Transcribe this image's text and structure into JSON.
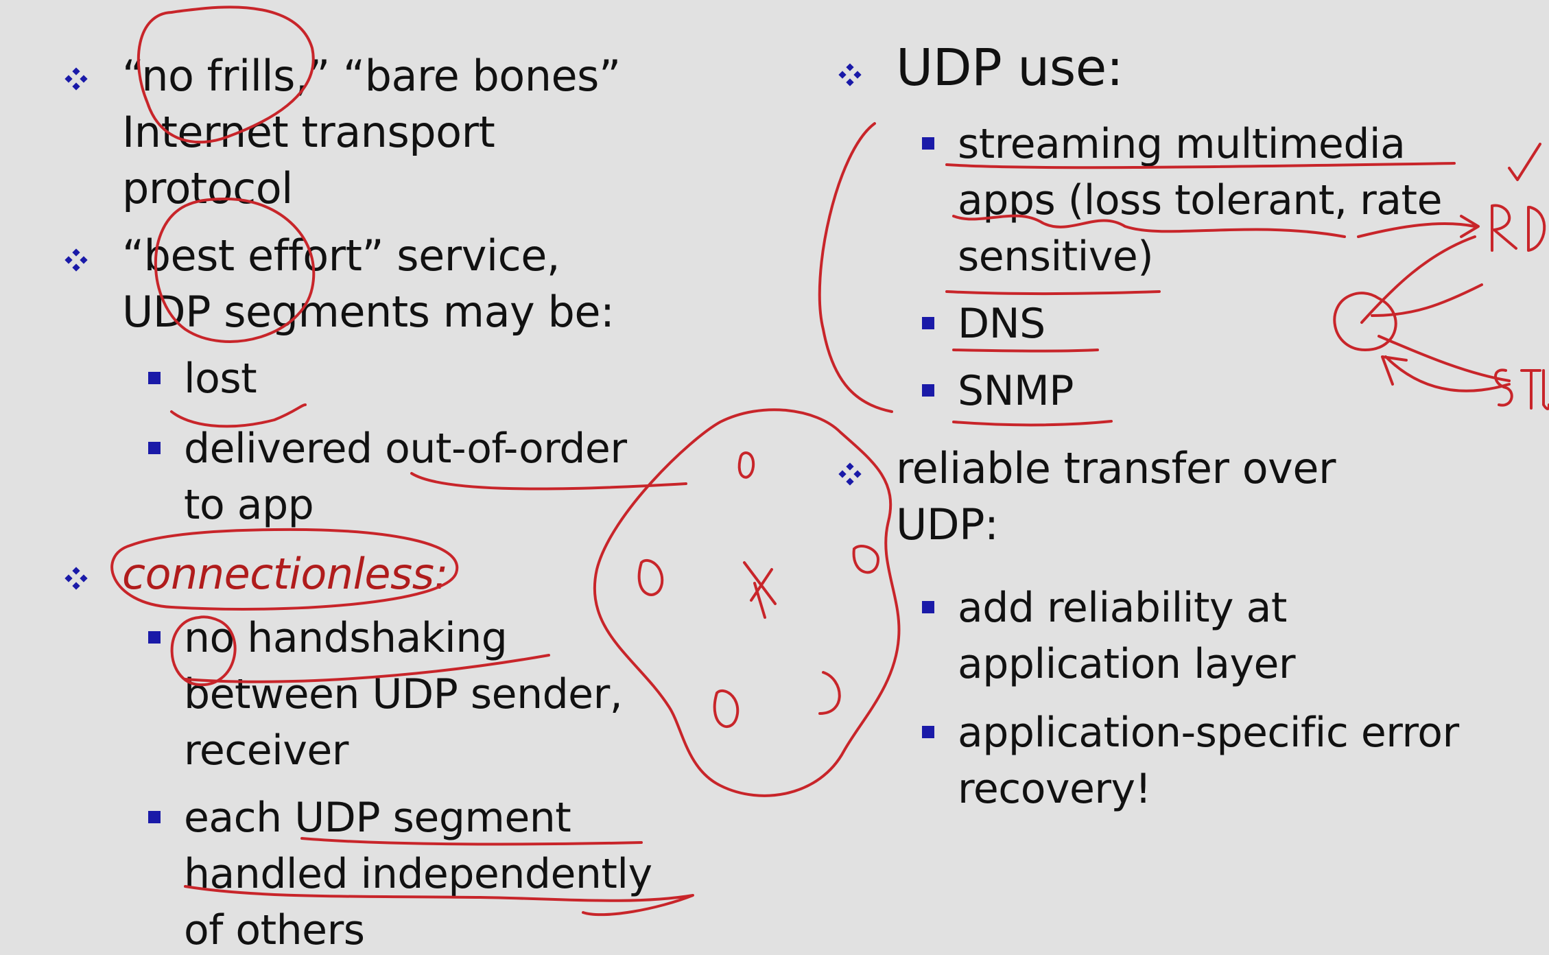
{
  "left": {
    "b1_lines": [
      "“no frills,” “bare bones”",
      "Internet transport",
      "protocol"
    ],
    "b2_lines": [
      "“best effort” service,",
      "UDP segments may be:"
    ],
    "b2_sub1": "lost",
    "b2_sub2_lines": [
      "delivered out-of-order",
      "to app"
    ],
    "b3": "connectionless:",
    "b3_sub1_lines": [
      "no handshaking",
      "between UDP sender,",
      "receiver"
    ],
    "b3_sub2_lines": [
      "each UDP segment",
      "handled independently",
      "of others"
    ]
  },
  "right": {
    "b1": "UDP use:",
    "b1_sub1_lines": [
      "streaming multimedia",
      "apps (loss tolerant, rate",
      "sensitive)"
    ],
    "b1_sub2": "DNS",
    "b1_sub3": "SNMP",
    "b2_lines": [
      "reliable transfer over",
      "UDP:"
    ],
    "b2_sub1_lines": [
      "add reliability at",
      "application layer"
    ],
    "b2_sub2_lines": [
      "application-specific error",
      "recovery!"
    ]
  },
  "colors": {
    "background": "#e1e1e1",
    "text": "#111111",
    "bullet_square": "#1a1aa8",
    "bullet_diamond": "#1a1aa8",
    "annotation_ink": "#c8252a"
  },
  "icons": {
    "level1_bullet": "diamond-bullet-icon",
    "level2_bullet": "square-bullet-icon"
  }
}
